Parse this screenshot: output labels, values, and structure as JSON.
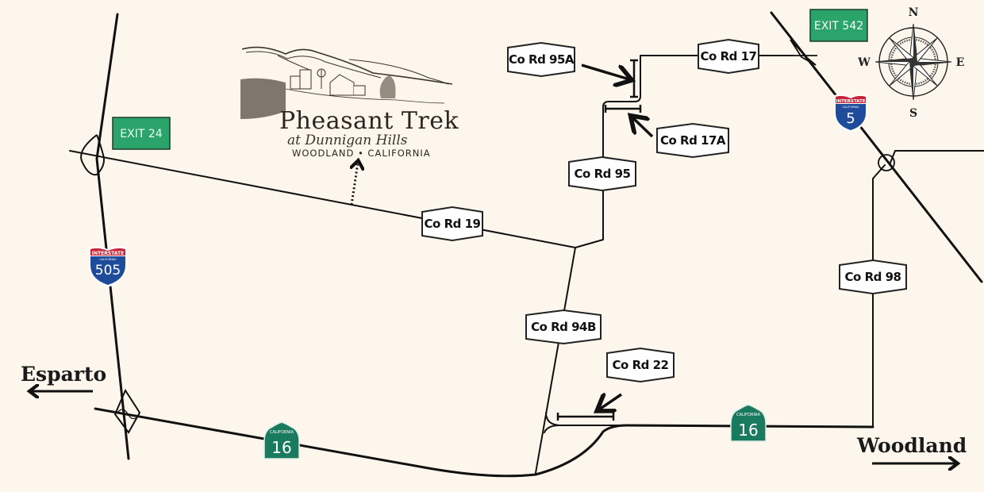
{
  "map": {
    "background": "#fcf6ec",
    "logo": {
      "title": "Pheasant Trek",
      "subtitle": "at Dunnigan Hills",
      "location": "WOODLAND • CALIFORNIA"
    },
    "road_labels": [
      {
        "id": "co-rd-95a",
        "label": "Co Rd 95A"
      },
      {
        "id": "co-rd-17",
        "label": "Co Rd 17"
      },
      {
        "id": "co-rd-17a",
        "label": "Co Rd 17A"
      },
      {
        "id": "co-rd-95",
        "label": "Co Rd 95"
      },
      {
        "id": "co-rd-19",
        "label": "Co Rd 19"
      },
      {
        "id": "co-rd-94b",
        "label": "Co Rd 94B"
      },
      {
        "id": "co-rd-22",
        "label": "Co Rd 22"
      },
      {
        "id": "co-rd-98",
        "label": "Co Rd 98"
      }
    ],
    "exits": [
      {
        "id": "exit-24",
        "label": "EXIT 24"
      },
      {
        "id": "exit-542",
        "label": "EXIT 542"
      }
    ],
    "exit_color": "#2aa46a",
    "interstate_shields": [
      {
        "id": "i-505",
        "top_text": "INTERSTATE",
        "state": "CALIFORNIA",
        "number": "505"
      },
      {
        "id": "i-5",
        "top_text": "INTERSTATE",
        "state": "CALIFORNIA",
        "number": "5"
      }
    ],
    "state_shields": [
      {
        "id": "ca-16-west",
        "state": "CALIFORNIA",
        "number": "16"
      },
      {
        "id": "ca-16-east",
        "state": "CALIFORNIA",
        "number": "16"
      }
    ],
    "shield_colors": {
      "interstate_red": "#c8243a",
      "interstate_blue": "#1e4b9a",
      "state_green": "#1a7a5e"
    },
    "towns": [
      {
        "id": "esparto",
        "label": "Esparto",
        "direction": "west"
      },
      {
        "id": "woodland",
        "label": "Woodland",
        "direction": "east"
      }
    ],
    "compass": {
      "n": "N",
      "s": "S",
      "e": "E",
      "w": "W"
    }
  }
}
